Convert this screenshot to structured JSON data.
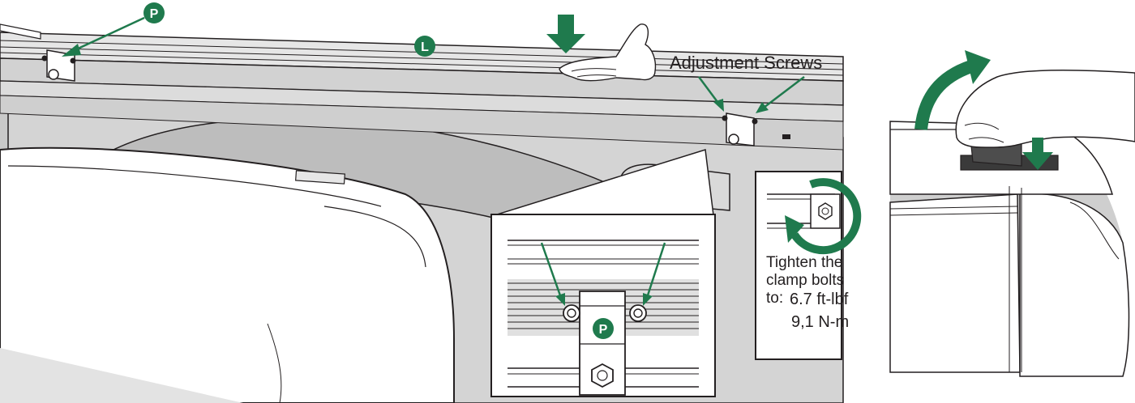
{
  "callouts": {
    "p_label": "P",
    "l_label": "L",
    "adjustment_screws": "Adjustment Screws"
  },
  "torque_note": {
    "line1": "Tighten the",
    "line2": "clamp bolts",
    "prefix": "to:",
    "value_ftlbf": "6.7 ft-lbf",
    "value_nm": "9,1 N-m"
  },
  "colors": {
    "accent_green": "#1f7a4d",
    "line": "#231f20",
    "body_gray": "#d9d9d9",
    "shadow_gray": "#c4c4c4"
  },
  "icons": [
    "push-down-arrow-icon",
    "rotate-arrow-icon",
    "hand-icon",
    "clamp-icon",
    "clockwise-arrow-icon"
  ]
}
